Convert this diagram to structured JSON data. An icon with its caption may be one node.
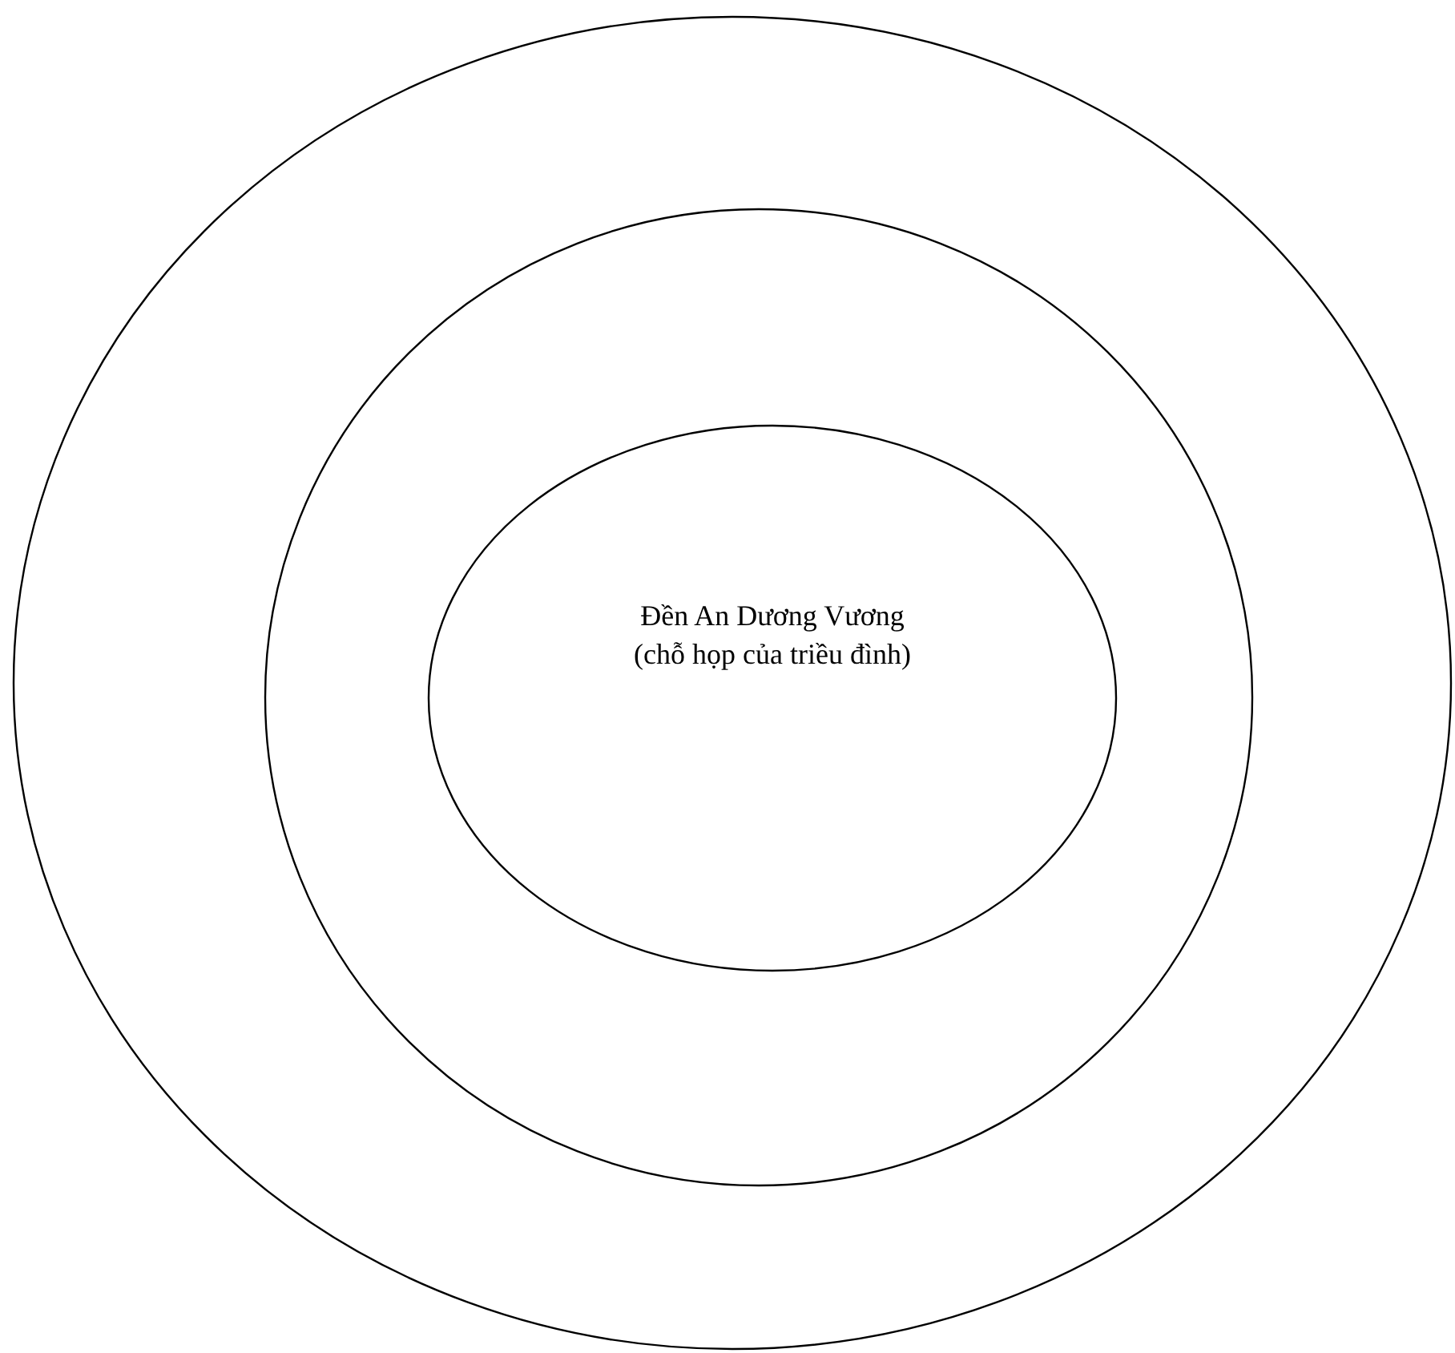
{
  "diagram": {
    "nodes": [
      {
        "text": [],
        "shape": "ellipse"
      },
      {
        "text": [],
        "shape": "ellipse",
        "in": 0
      },
      {
        "text": [
          "Đền An Dương Vương",
          "(chỗ họp của triều đình)"
        ],
        "in": 1
      }
    ]
  }
}
